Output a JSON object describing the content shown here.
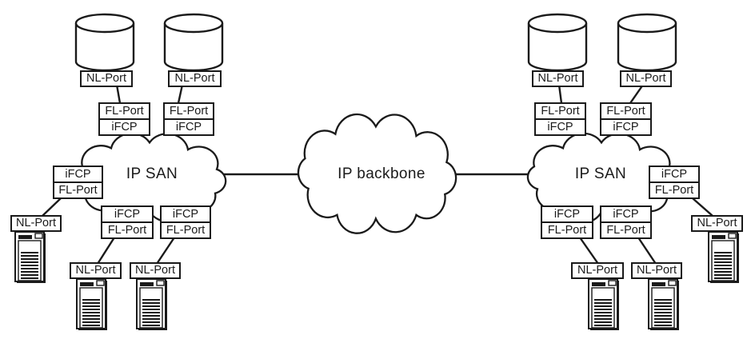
{
  "labels": {
    "ip_san": "IP SAN",
    "ip_backbone": "IP backbone",
    "nl_port": "NL-Port",
    "fl_port": "FL-Port",
    "ifcp": "iFCP"
  },
  "icons": {
    "disk": "disk-cylinder-icon",
    "server": "server-tower-icon",
    "cloud": "network-cloud-shape"
  },
  "topology": {
    "left_san": {
      "cloud_label": "IP SAN",
      "disk_devices": 2,
      "server_devices": 3,
      "ifcp_gateways": 5,
      "nl_ports": 5
    },
    "backbone": {
      "cloud_label": "IP backbone"
    },
    "right_san": {
      "cloud_label": "IP SAN",
      "disk_devices": 2,
      "server_devices": 3,
      "ifcp_gateways": 5,
      "nl_ports": 5
    }
  }
}
